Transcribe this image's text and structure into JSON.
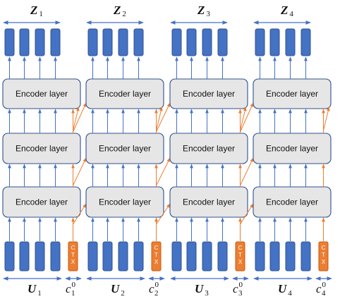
{
  "colors": {
    "token_fill": "#4472C4",
    "token_stroke": "#2F528F",
    "ctx_fill": "#ED7D31",
    "ctx_stroke": "#C55A11",
    "encoder_fill": "#E7E6E6",
    "encoder_stroke": "#2F528F",
    "blue_arrow": "#4472C4",
    "orange_arrow": "#ED7D31"
  },
  "encoder_label": "Encoder layer",
  "ctx_letters": [
    "C",
    "T",
    "X"
  ],
  "blocks": [
    {
      "z_label": {
        "base": "Z",
        "sub": "1"
      },
      "u_label": {
        "base": "U",
        "sub": "1"
      },
      "c_label": {
        "base": "c",
        "sub": "1",
        "sup": "0"
      }
    },
    {
      "z_label": {
        "base": "Z",
        "sub": "2"
      },
      "u_label": {
        "base": "U",
        "sub": "2"
      },
      "c_label": {
        "base": "c",
        "sub": "2",
        "sup": "0"
      }
    },
    {
      "z_label": {
        "base": "Z",
        "sub": "3"
      },
      "u_label": {
        "base": "U",
        "sub": "3"
      },
      "c_label": {
        "base": "c",
        "sub": "3",
        "sup": "0"
      }
    },
    {
      "z_label": {
        "base": "Z",
        "sub": "4"
      },
      "u_label": {
        "base": "U",
        "sub": "4"
      },
      "c_label": {
        "base": "c",
        "sub": "4",
        "sup": "0"
      }
    }
  ]
}
